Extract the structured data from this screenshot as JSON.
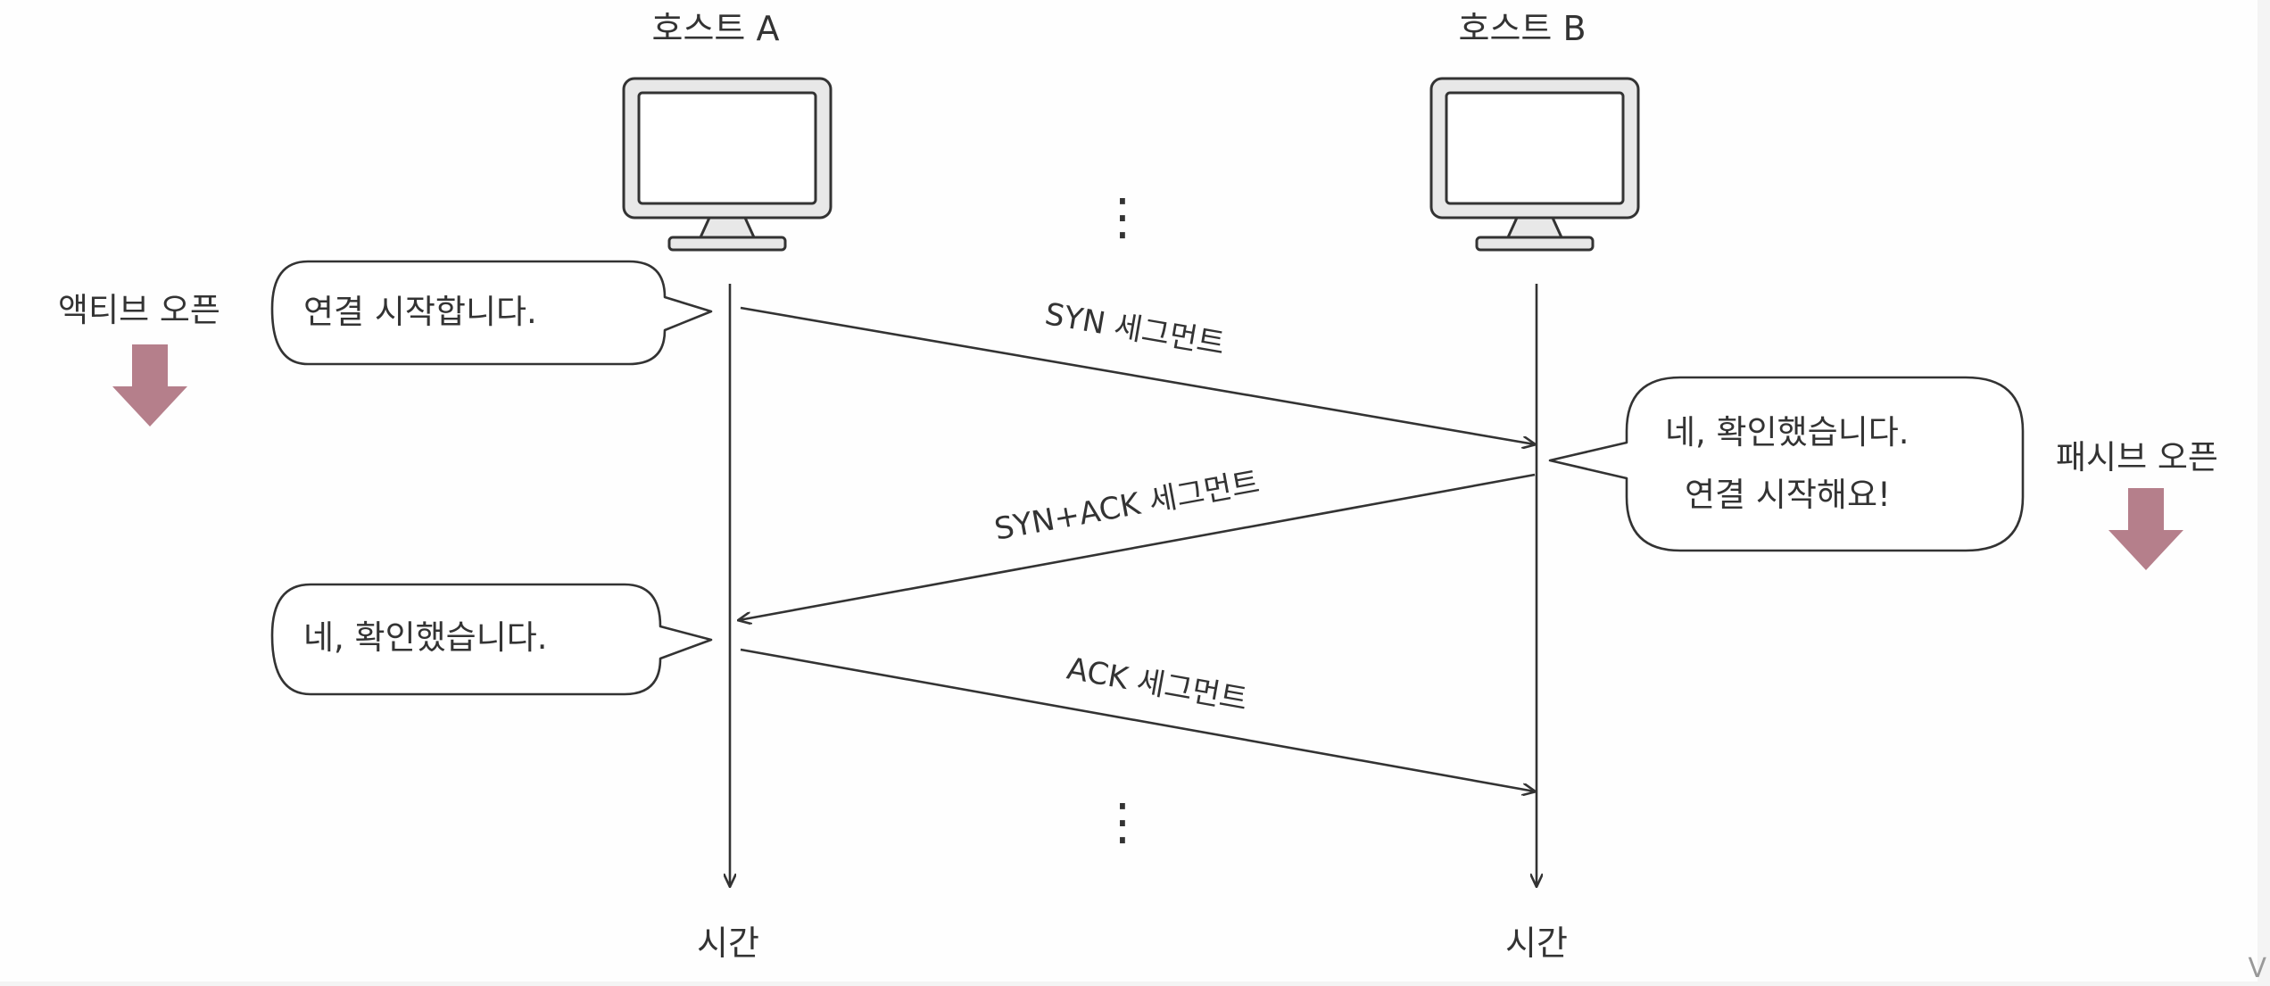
{
  "hosts": {
    "a": {
      "title": "호스트 A",
      "time_label": "시간"
    },
    "b": {
      "title": "호스트 B",
      "time_label": "시간"
    }
  },
  "open_labels": {
    "active": "액티브 오픈",
    "passive": "패시브 오픈",
    "arrow_color": "#b57f8b"
  },
  "segments": {
    "syn": "SYN 세그먼트",
    "syn_ack": "SYN+ACK 세그먼트",
    "ack": "ACK 세그먼트"
  },
  "bubbles": {
    "a_start": "연결 시작합니다.",
    "b_reply_line1": "네, 확인했습니다.",
    "b_reply_line2": "연결 시작해요!",
    "a_confirm": "네, 확인했습니다."
  },
  "ellipsis": "⋮",
  "corner_mark": "V"
}
